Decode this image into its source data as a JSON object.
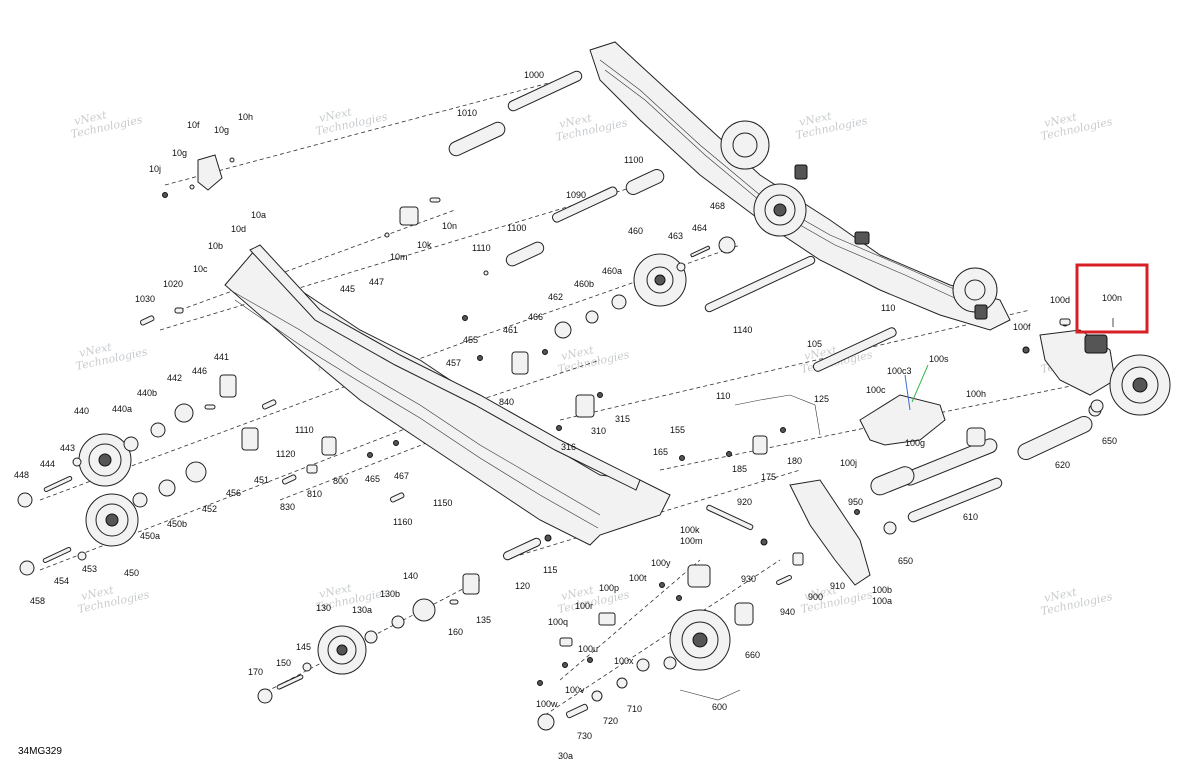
{
  "diagram_code": "34MG329",
  "highlighted_part": "100n",
  "colors": {
    "highlight": "#d81f26",
    "annotation_blue": "#3b6fd6",
    "annotation_green": "#39b54a"
  },
  "watermarks": [
    {
      "line1": "vNext",
      "line2": "Technologies"
    }
  ],
  "parts": [
    {
      "id": "p1000",
      "label": "1000"
    },
    {
      "id": "p1010",
      "label": "1010"
    },
    {
      "id": "p10h",
      "label": "10h"
    },
    {
      "id": "p10f",
      "label": "10f"
    },
    {
      "id": "p10g_a",
      "label": "10g"
    },
    {
      "id": "p10g_b",
      "label": "10g"
    },
    {
      "id": "p10j",
      "label": "10j"
    },
    {
      "id": "p1100_a",
      "label": "1100"
    },
    {
      "id": "p1090",
      "label": "1090"
    },
    {
      "id": "p10n",
      "label": "10n"
    },
    {
      "id": "p10k",
      "label": "10k"
    },
    {
      "id": "p10m",
      "label": "10m"
    },
    {
      "id": "p10a",
      "label": "10a"
    },
    {
      "id": "p10d",
      "label": "10d"
    },
    {
      "id": "p10b",
      "label": "10b"
    },
    {
      "id": "p10c",
      "label": "10c"
    },
    {
      "id": "p1020",
      "label": "1020"
    },
    {
      "id": "p1030",
      "label": "1030"
    },
    {
      "id": "p1110",
      "label": "1110"
    },
    {
      "id": "p1100_b",
      "label": "1100"
    },
    {
      "id": "p460",
      "label": "460"
    },
    {
      "id": "p463",
      "label": "463"
    },
    {
      "id": "p464",
      "label": "464"
    },
    {
      "id": "p468",
      "label": "468"
    },
    {
      "id": "p460b",
      "label": "460b"
    },
    {
      "id": "p460a",
      "label": "460a"
    },
    {
      "id": "p462",
      "label": "462"
    },
    {
      "id": "p466",
      "label": "466"
    },
    {
      "id": "p461",
      "label": "461"
    },
    {
      "id": "p445",
      "label": "445"
    },
    {
      "id": "p447",
      "label": "447"
    },
    {
      "id": "p455",
      "label": "455"
    },
    {
      "id": "p457",
      "label": "457"
    },
    {
      "id": "p840",
      "label": "840"
    },
    {
      "id": "p1140",
      "label": "1140"
    },
    {
      "id": "p110_a",
      "label": "110"
    },
    {
      "id": "p105",
      "label": "105"
    },
    {
      "id": "p100d",
      "label": "100d"
    },
    {
      "id": "p100n",
      "label": "100n"
    },
    {
      "id": "p100f",
      "label": "100f"
    },
    {
      "id": "p100s",
      "label": "100s"
    },
    {
      "id": "p100c3",
      "label": "100c3"
    },
    {
      "id": "p100c",
      "label": "100c"
    },
    {
      "id": "p100h",
      "label": "100h"
    },
    {
      "id": "p650_a",
      "label": "650"
    },
    {
      "id": "p441",
      "label": "441"
    },
    {
      "id": "p446",
      "label": "446"
    },
    {
      "id": "p442",
      "label": "442"
    },
    {
      "id": "p440b",
      "label": "440b"
    },
    {
      "id": "p440a",
      "label": "440a"
    },
    {
      "id": "p440",
      "label": "440"
    },
    {
      "id": "p443",
      "label": "443"
    },
    {
      "id": "p444",
      "label": "444"
    },
    {
      "id": "p448",
      "label": "448"
    },
    {
      "id": "p1110_b",
      "label": "1110"
    },
    {
      "id": "p1120",
      "label": "1120"
    },
    {
      "id": "p451",
      "label": "451"
    },
    {
      "id": "p456",
      "label": "456"
    },
    {
      "id": "p452",
      "label": "452"
    },
    {
      "id": "p450b",
      "label": "450b"
    },
    {
      "id": "p450a",
      "label": "450a"
    },
    {
      "id": "p450",
      "label": "450"
    },
    {
      "id": "p453",
      "label": "453"
    },
    {
      "id": "p454",
      "label": "454"
    },
    {
      "id": "p458",
      "label": "458"
    },
    {
      "id": "p810",
      "label": "810"
    },
    {
      "id": "p830",
      "label": "830"
    },
    {
      "id": "p800",
      "label": "800"
    },
    {
      "id": "p465",
      "label": "465"
    },
    {
      "id": "p467",
      "label": "467"
    },
    {
      "id": "p1150",
      "label": "1150"
    },
    {
      "id": "p1160",
      "label": "1160"
    },
    {
      "id": "p310",
      "label": "310"
    },
    {
      "id": "p315",
      "label": "315"
    },
    {
      "id": "p316",
      "label": "316"
    },
    {
      "id": "p110_b",
      "label": "110"
    },
    {
      "id": "p125",
      "label": "125"
    },
    {
      "id": "p155",
      "label": "155"
    },
    {
      "id": "p165",
      "label": "165"
    },
    {
      "id": "p185",
      "label": "185"
    },
    {
      "id": "p175",
      "label": "175"
    },
    {
      "id": "p180",
      "label": "180"
    },
    {
      "id": "p100g",
      "label": "100g"
    },
    {
      "id": "p100j",
      "label": "100j"
    },
    {
      "id": "p620",
      "label": "620"
    },
    {
      "id": "p650_b",
      "label": "650"
    },
    {
      "id": "p610",
      "label": "610"
    },
    {
      "id": "p950",
      "label": "950"
    },
    {
      "id": "p920",
      "label": "920"
    },
    {
      "id": "p100k",
      "label": "100k"
    },
    {
      "id": "p100m",
      "label": "100m"
    },
    {
      "id": "p930",
      "label": "930"
    },
    {
      "id": "p900",
      "label": "900"
    },
    {
      "id": "p910",
      "label": "910"
    },
    {
      "id": "p940",
      "label": "940"
    },
    {
      "id": "p100b",
      "label": "100b"
    },
    {
      "id": "p100a",
      "label": "100a"
    },
    {
      "id": "p115",
      "label": "115"
    },
    {
      "id": "p120",
      "label": "120"
    },
    {
      "id": "p140",
      "label": "140"
    },
    {
      "id": "p130b",
      "label": "130b"
    },
    {
      "id": "p130a",
      "label": "130a"
    },
    {
      "id": "p130",
      "label": "130"
    },
    {
      "id": "p135",
      "label": "135"
    },
    {
      "id": "p160",
      "label": "160"
    },
    {
      "id": "p145",
      "label": "145"
    },
    {
      "id": "p150",
      "label": "150"
    },
    {
      "id": "p170",
      "label": "170"
    },
    {
      "id": "p100y",
      "label": "100y"
    },
    {
      "id": "p100t",
      "label": "100t"
    },
    {
      "id": "p100p",
      "label": "100p"
    },
    {
      "id": "p100r",
      "label": "100r"
    },
    {
      "id": "p100q",
      "label": "100q"
    },
    {
      "id": "p100u",
      "label": "100u"
    },
    {
      "id": "p100x",
      "label": "100x"
    },
    {
      "id": "p100v",
      "label": "100v"
    },
    {
      "id": "p100w",
      "label": "100w"
    },
    {
      "id": "p720",
      "label": "720"
    },
    {
      "id": "p710",
      "label": "710"
    },
    {
      "id": "p730",
      "label": "730"
    },
    {
      "id": "p30a",
      "label": "30a"
    },
    {
      "id": "p660",
      "label": "660"
    },
    {
      "id": "p600",
      "label": "600"
    }
  ]
}
